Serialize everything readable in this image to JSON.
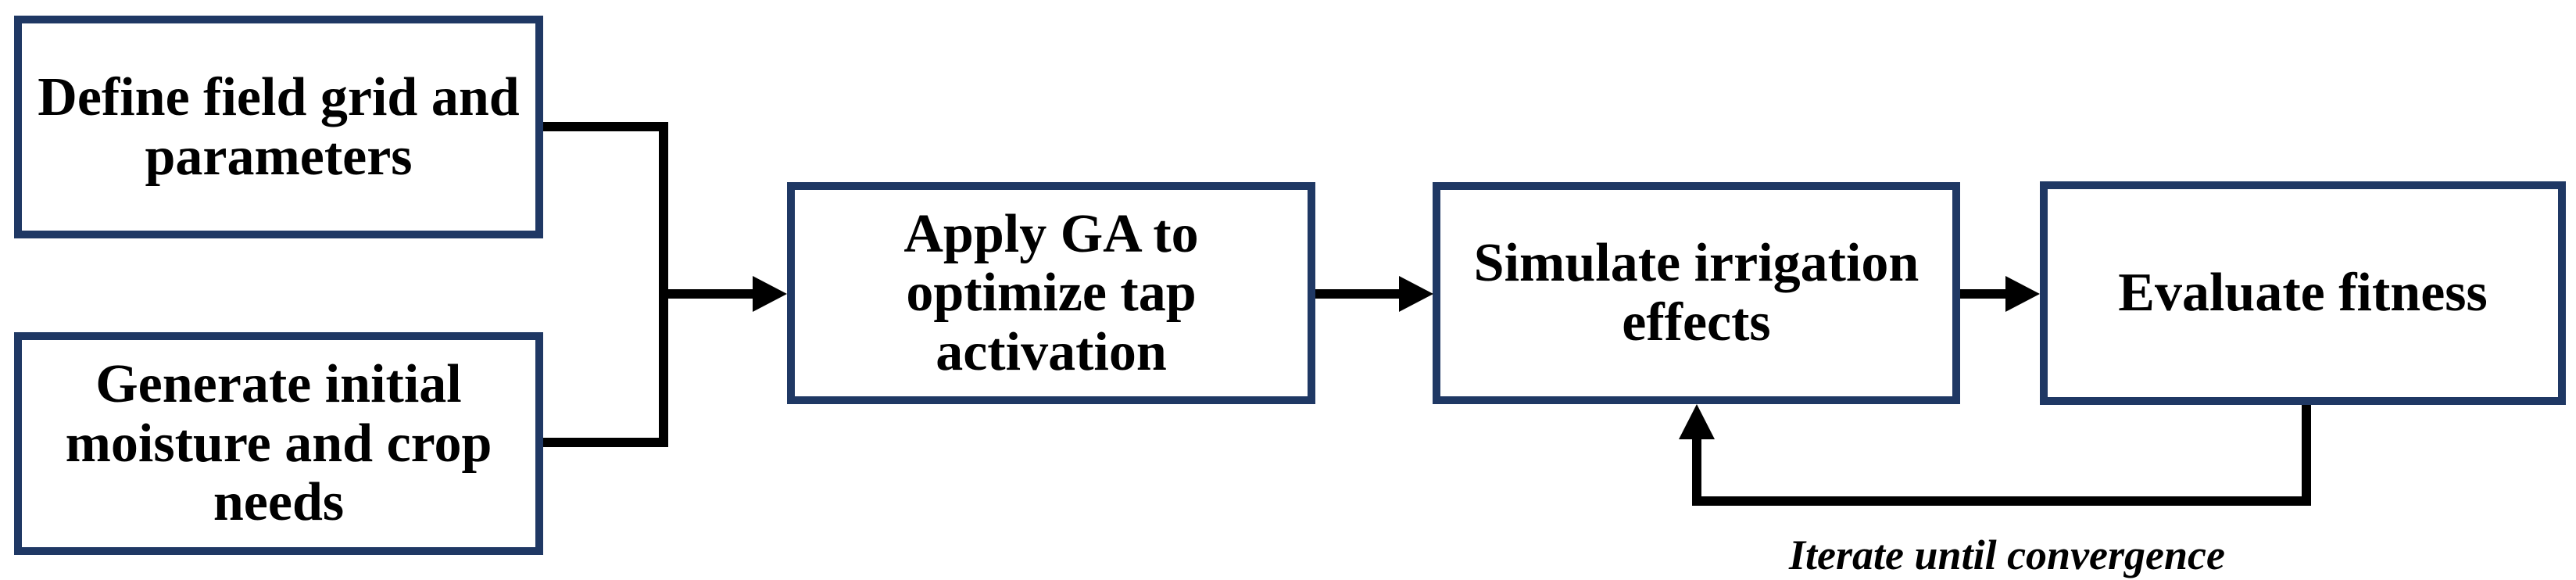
{
  "diagram": {
    "type": "flowchart",
    "background_color": "#ffffff",
    "colors": {
      "box_border": "#1f3864",
      "box_fill": "#ffffff",
      "connector": "#000000",
      "text": "#000000"
    },
    "nodes": [
      {
        "id": "define",
        "label": "Define field grid and\nparameters"
      },
      {
        "id": "generate",
        "label": "Generate initial\nmoisture and crop\nneeds"
      },
      {
        "id": "apply_ga",
        "label": "Apply GA to\noptimize tap\nactivation"
      },
      {
        "id": "simulate",
        "label": "Simulate irrigation\neffects"
      },
      {
        "id": "evaluate",
        "label": "Evaluate fitness"
      }
    ],
    "edges": [
      {
        "from": "define",
        "to": "apply_ga",
        "style": "merge-then-arrow"
      },
      {
        "from": "generate",
        "to": "apply_ga",
        "style": "merge-then-arrow"
      },
      {
        "from": "apply_ga",
        "to": "simulate",
        "style": "arrow"
      },
      {
        "from": "simulate",
        "to": "evaluate",
        "style": "arrow"
      },
      {
        "from": "evaluate",
        "to": "simulate",
        "style": "feedback-loop-below"
      }
    ],
    "loop_label": "Iterate until convergence"
  }
}
